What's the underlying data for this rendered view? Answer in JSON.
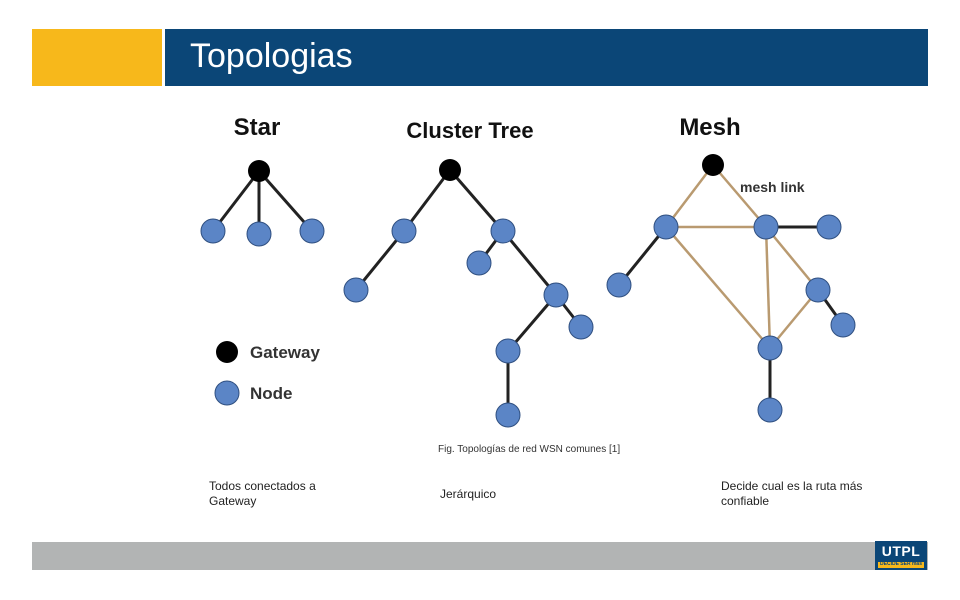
{
  "slide": {
    "title": "Topologias",
    "caption": "Fig. Topologías de red WSN comunes [1]",
    "descriptions": {
      "star": "Todos conectados a Gateway",
      "cluster": "Jerárquico",
      "mesh": "Decide cual es la ruta más confiable"
    }
  },
  "diagram": {
    "labels": {
      "star": "Star",
      "cluster": "Cluster Tree",
      "mesh": "Mesh",
      "mesh_link": "mesh link",
      "gateway": "Gateway",
      "node": "Node"
    }
  },
  "logo": {
    "name": "UTPL",
    "tagline": "DECIDE SER más"
  },
  "colors": {
    "gold": "#f7b81b",
    "blue": "#0b4677",
    "footer": "#b2b4b4",
    "node": "#5b85c6",
    "gateway": "#000000",
    "mesh_link": "#b99a70"
  }
}
